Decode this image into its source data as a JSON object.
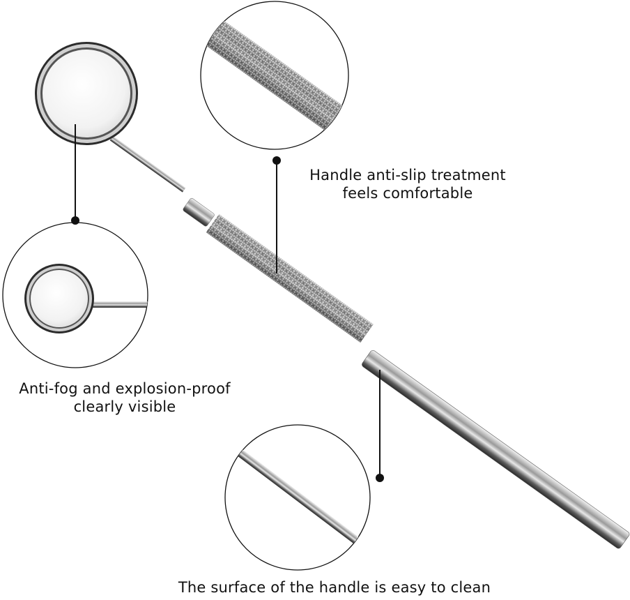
{
  "captions": {
    "handle_line1": "Handle anti-slip treatment",
    "handle_line2": "feels comfortable",
    "mirror_line1": "Anti-fog and explosion-proof",
    "mirror_line2": "clearly visible",
    "surface": "The surface of the handle is easy to clean"
  },
  "colors": {
    "background": "#ffffff",
    "steel_light": "#f2f2f2",
    "steel_dark": "#3a3a3a",
    "text": "#111111"
  }
}
